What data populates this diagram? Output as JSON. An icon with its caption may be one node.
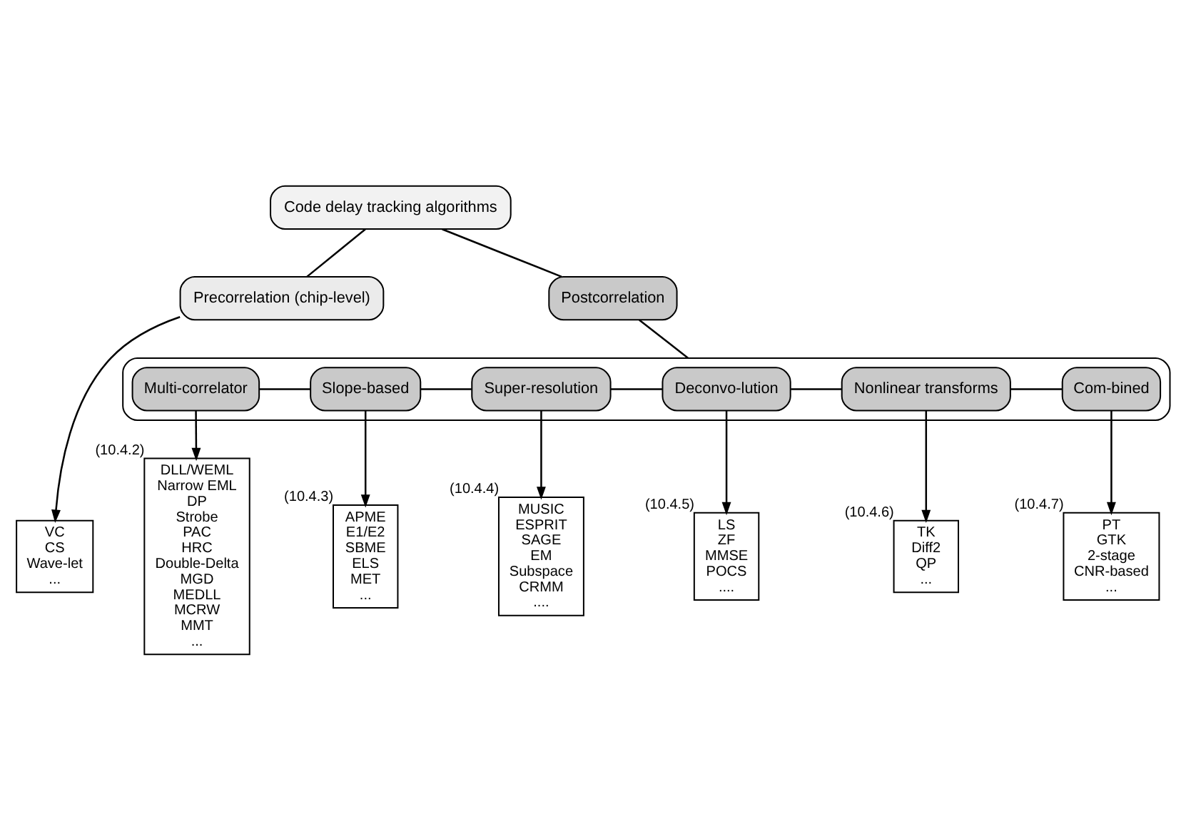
{
  "diagram": {
    "nodes": [
      {
        "text": [
          "Code delay tracking algorithms"
        ]
      },
      {
        "text": [
          "Precorrelation (chip-level)"
        ]
      },
      {
        "text": [
          "Postcorrelation"
        ]
      },
      {
        "text": [],
        "shape": "box"
      },
      {
        "text": [
          "Multi-correlator"
        ],
        "in": 3
      },
      {
        "text": [
          "Slope-based"
        ],
        "in": 3
      },
      {
        "text": [
          "Super-resolution"
        ],
        "in": 3
      },
      {
        "text": [
          "Deconvo-lution"
        ],
        "in": 3
      },
      {
        "text": [
          "Nonlinear transforms"
        ],
        "in": 3
      },
      {
        "text": [
          "Com-bined"
        ],
        "in": 3
      },
      {
        "text": [
          "VC",
          "CS",
          "Wave-let",
          "..."
        ]
      },
      {
        "text": [
          "DLL/WEML",
          "Narrow EML",
          "DP",
          "Strobe",
          "PAC",
          "HRC",
          "Double-Delta",
          "MGD",
          "MEDLL",
          "MCRW",
          "MMT",
          "..."
        ],
        "beside": [
          "(10.4.2)"
        ]
      },
      {
        "text": [
          "APME",
          "E1/E2",
          "SBME",
          "ELS",
          "MET",
          "..."
        ],
        "beside": [
          "(10.4.3)"
        ]
      },
      {
        "text": [
          "MUSIC",
          "ESPRIT",
          "SAGE",
          "EM",
          "Subspace",
          "CRMM",
          "...."
        ],
        "beside": [
          "(10.4.4)"
        ]
      },
      {
        "text": [
          "LS",
          "ZF",
          "MMSE",
          "POCS",
          "...."
        ],
        "beside": [
          "(10.4.5)"
        ]
      },
      {
        "text": [
          "TK",
          "Diff2",
          "QP",
          "..."
        ],
        "beside": [
          "(10.4.6)"
        ]
      },
      {
        "text": [
          "PT",
          "GTK",
          "2-stage",
          "CNR-based",
          "..."
        ],
        "beside": [
          "(10.4.7)"
        ]
      }
    ],
    "edges": [
      {
        "from": 0,
        "to": 1,
        "arrow": "none"
      },
      {
        "from": 0,
        "to": 2,
        "arrow": "none"
      },
      {
        "from": 2,
        "to": 3,
        "arrow": "none"
      },
      {
        "from": 4,
        "to": 5,
        "arrow": "none"
      },
      {
        "from": 5,
        "to": 6,
        "arrow": "none"
      },
      {
        "from": 6,
        "to": 7,
        "arrow": "none"
      },
      {
        "from": 7,
        "to": 8,
        "arrow": "none"
      },
      {
        "from": 8,
        "to": 9,
        "arrow": "none"
      },
      {
        "from": 1,
        "to": 10,
        "arrow": "to"
      },
      {
        "from": 4,
        "to": 11,
        "arrow": "to"
      },
      {
        "from": 5,
        "to": 12,
        "arrow": "to"
      },
      {
        "from": 6,
        "to": 13,
        "arrow": "to"
      },
      {
        "from": 7,
        "to": 14,
        "arrow": "to"
      },
      {
        "from": 8,
        "to": 15,
        "arrow": "to"
      },
      {
        "from": 9,
        "to": 16,
        "arrow": "to"
      }
    ]
  }
}
